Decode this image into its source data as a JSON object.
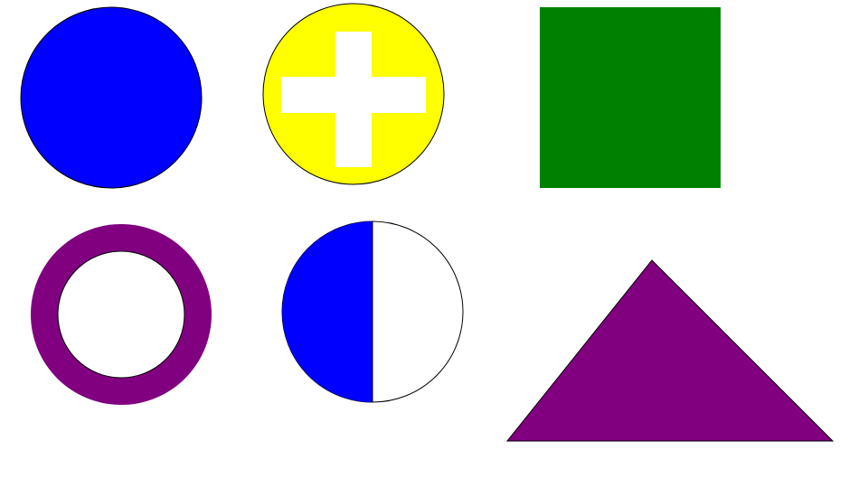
{
  "shapes": [
    {
      "id": "blue-circle",
      "kind": "circle",
      "fill": "#0000ff",
      "stroke": "#000000"
    },
    {
      "id": "yellow-circle-with-white-cross",
      "kind": "circle-with-cross",
      "fill": "#ffff00",
      "cross_fill": "#ffffff",
      "stroke": "#000000"
    },
    {
      "id": "green-square",
      "kind": "square",
      "fill": "#008000"
    },
    {
      "id": "purple-ring",
      "kind": "ring",
      "fill": "#800080",
      "inner_fill": "#ffffff",
      "stroke": "#000000"
    },
    {
      "id": "half-blue-circle",
      "kind": "half-filled-circle",
      "fill": "#0000ff",
      "other_half_fill": "#ffffff",
      "filled_side": "left",
      "stroke": "#000000"
    },
    {
      "id": "purple-triangle",
      "kind": "triangle",
      "fill": "#800080",
      "stroke": "#000000"
    }
  ]
}
